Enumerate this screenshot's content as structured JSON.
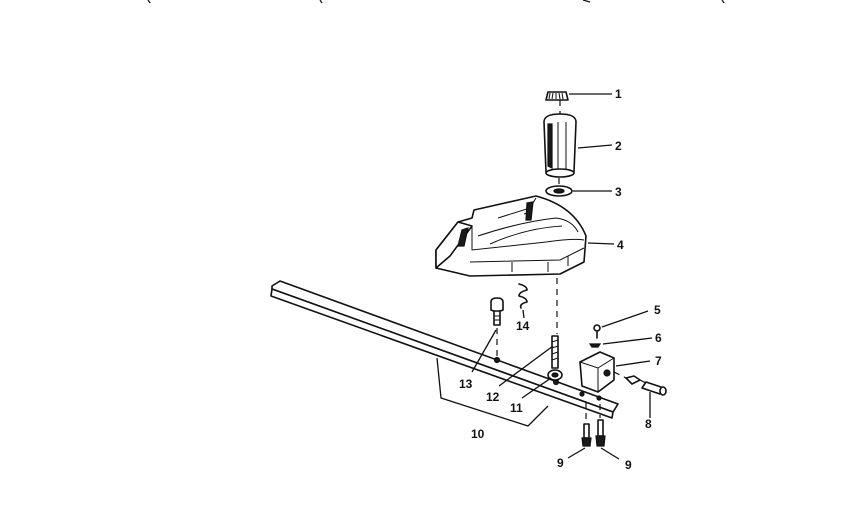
{
  "parts": [
    {
      "label": "1"
    },
    {
      "label": "2"
    },
    {
      "label": "3"
    },
    {
      "label": "4"
    },
    {
      "label": "5"
    },
    {
      "label": "6"
    },
    {
      "label": "7"
    },
    {
      "label": "8"
    },
    {
      "label": "9"
    },
    {
      "label": "9"
    },
    {
      "label": "10"
    },
    {
      "label": "11"
    },
    {
      "label": "12"
    },
    {
      "label": "13"
    },
    {
      "label": "14"
    }
  ],
  "colors": {
    "ink": "#111111",
    "background": "#ffffff"
  }
}
